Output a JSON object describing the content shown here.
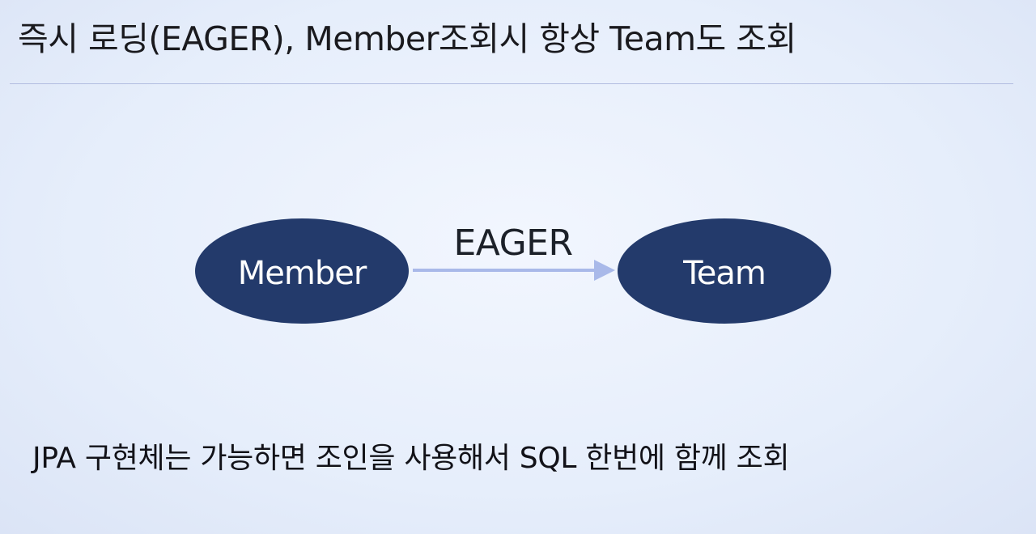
{
  "slide": {
    "title": "즉시 로딩(EAGER), Member조회시 항상 Team도 조회",
    "footnote": "JPA 구현체는 가능하면 조인을 사용해서 SQL 한번에 함께 조회"
  },
  "diagram": {
    "nodes": {
      "member": {
        "label": "Member"
      },
      "team": {
        "label": "Team"
      }
    },
    "edge": {
      "label": "EAGER",
      "from": "Member",
      "to": "Team"
    }
  },
  "colors": {
    "node_fill": "#233a6b",
    "node_text": "#ffffff",
    "arrow": "#a9b9e9",
    "rule": "#b2bde0",
    "text": "#1a1a1e",
    "background": "#e9f0fc"
  }
}
